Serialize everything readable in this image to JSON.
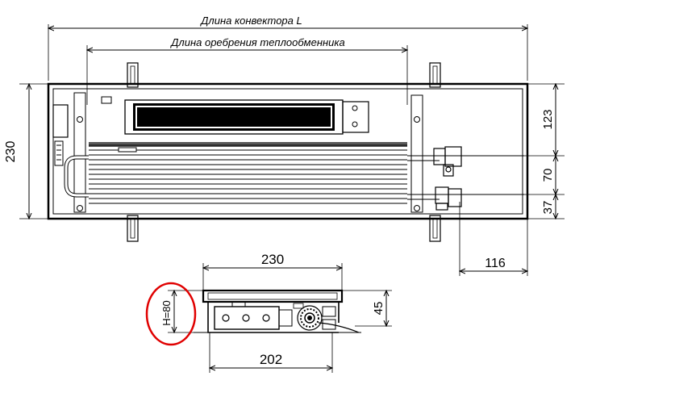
{
  "labels": {
    "length_total": "Длина конвектора L",
    "length_fins": "Длина оребрения теплообменника",
    "height_top": "230",
    "dim_right_1": "123",
    "dim_right_2": "70",
    "dim_right_3": "37",
    "dim_offset": "116",
    "dim_section_width": "230",
    "dim_section_height": "45",
    "dim_section_bottom": "202",
    "dim_section_depth": "H=80"
  },
  "colors": {
    "line": "#000000",
    "highlight": "#e00000",
    "background": "#ffffff"
  }
}
